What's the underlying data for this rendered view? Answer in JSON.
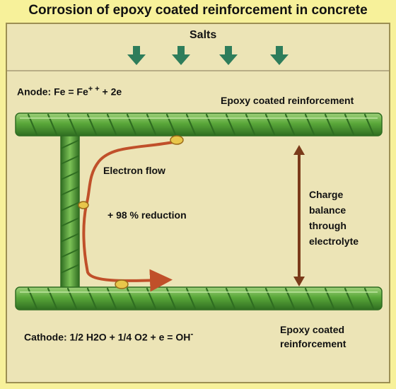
{
  "title": "Corrosion of epoxy coated reinforcement in concrete",
  "labels": {
    "salts": "Salts",
    "anode": "Anode: Fe = Fe",
    "anode_superscript": "+ +",
    "anode_tail": " + 2e",
    "top_bar": "Epoxy coated reinforcement",
    "electron_flow": "Electron flow",
    "reduction": "+ 98 % reduction",
    "charge_line1": "Charge",
    "charge_line2": "balance",
    "charge_line3": "through",
    "charge_line4": "electrolyte",
    "cathode": "Cathode: 1/2 H2O + 1/4 O2 + e = OH",
    "cathode_superscript": "-",
    "bottom_bar_line1": "Epoxy coated",
    "bottom_bar_line2": "reinforcement"
  },
  "colors": {
    "background": "#f7f19a",
    "concrete": "#ece4b6",
    "rebar": "#5aa83a",
    "rebar_dark": "#2f6d21",
    "arrow_teal": "#2e7d5b",
    "electron_path": "#c0502a",
    "charge_arrow": "#7a3a1a"
  }
}
